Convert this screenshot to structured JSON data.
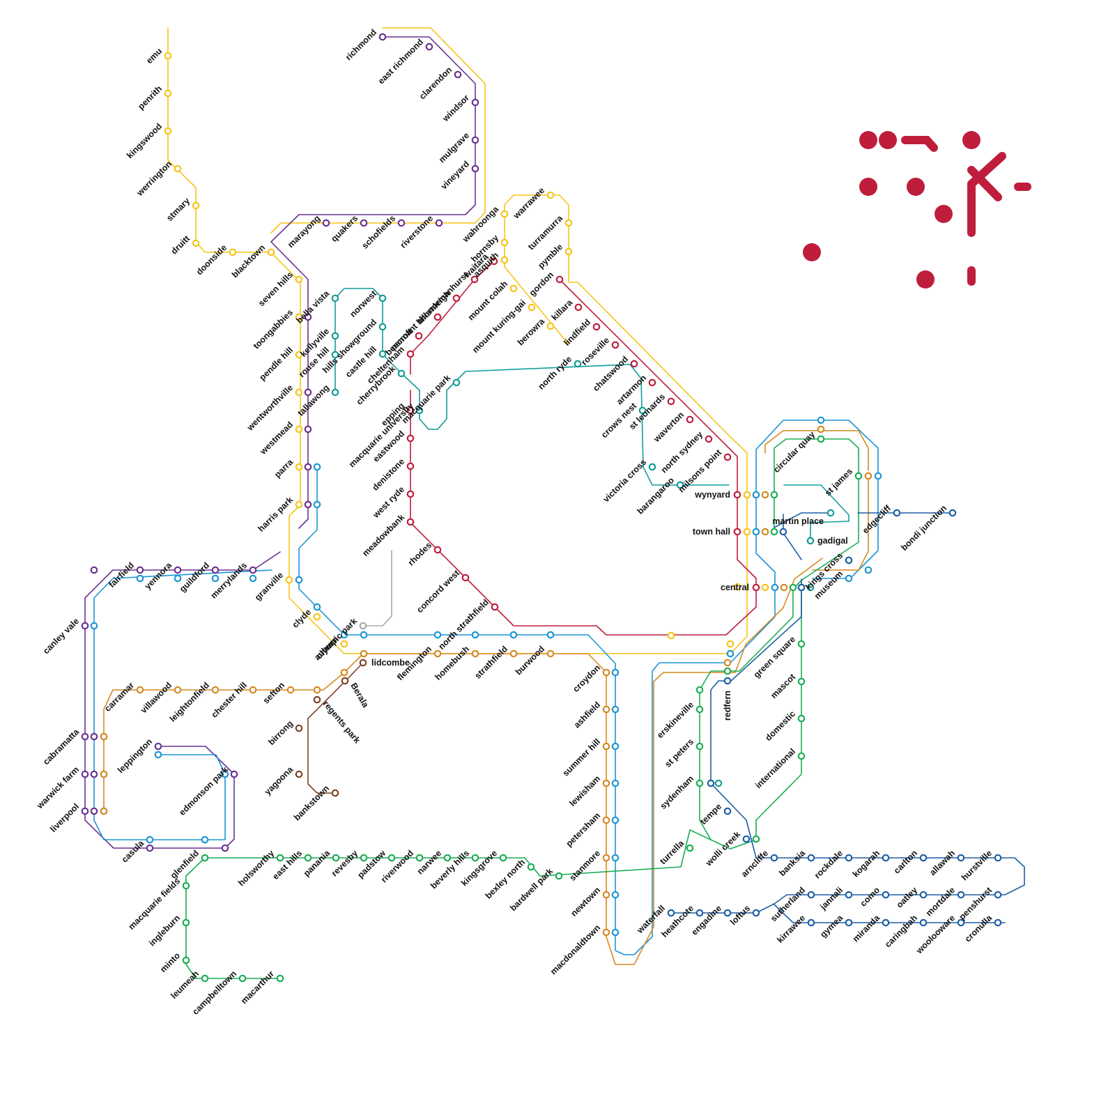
{
  "map": {
    "colors": {
      "yellow": "#f6c417",
      "purple": "#6a3291",
      "teal": "#129c9a",
      "red": "#be1e3c",
      "blue": "#1b95d5",
      "orange": "#d6891f",
      "green": "#1aad52",
      "navy": "#1d5fa5",
      "brown": "#7d4424",
      "grey": "#a8a8a8",
      "logo": "#be1e3c"
    },
    "lines": [
      "yellow",
      "purple",
      "teal",
      "red",
      "blue",
      "orange",
      "green",
      "navy",
      "brown",
      "grey"
    ],
    "stations": [
      {
        "name": "emu",
        "line": "yellow"
      },
      {
        "name": "penrith",
        "line": "yellow"
      },
      {
        "name": "kingswood",
        "line": "yellow"
      },
      {
        "name": "werrington",
        "line": "yellow"
      },
      {
        "name": "stmary",
        "line": "yellow"
      },
      {
        "name": "druitt",
        "line": "yellow"
      },
      {
        "name": "doonside",
        "line": "yellow"
      },
      {
        "name": "blacktown",
        "line": "yellow"
      },
      {
        "name": "marayong",
        "line": "purple"
      },
      {
        "name": "quakers",
        "line": "purple"
      },
      {
        "name": "schofields",
        "line": "purple"
      },
      {
        "name": "riverstone",
        "line": "purple"
      },
      {
        "name": "vineyard",
        "line": "purple"
      },
      {
        "name": "mulgrave",
        "line": "purple"
      },
      {
        "name": "windsor",
        "line": "purple"
      },
      {
        "name": "clarendon",
        "line": "purple"
      },
      {
        "name": "east richmond",
        "line": "purple"
      },
      {
        "name": "richmond",
        "line": "purple"
      },
      {
        "name": "seven hills",
        "line": "yellow"
      },
      {
        "name": "toongabbies",
        "line": "yellow"
      },
      {
        "name": "pendle hill",
        "line": "yellow"
      },
      {
        "name": "wentworthville",
        "line": "yellow"
      },
      {
        "name": "westmead",
        "line": "yellow"
      },
      {
        "name": "parra",
        "line": "yellow"
      },
      {
        "name": "harris park",
        "line": "yellow"
      },
      {
        "name": "granville",
        "line": "yellow"
      },
      {
        "name": "clyde",
        "line": "yellow"
      },
      {
        "name": "auburn",
        "line": "yellow"
      },
      {
        "name": "bella vista",
        "line": "teal"
      },
      {
        "name": "kellyville",
        "line": "teal"
      },
      {
        "name": "rouse hill",
        "line": "teal"
      },
      {
        "name": "tallawong",
        "line": "teal"
      },
      {
        "name": "hills showground",
        "line": "teal"
      },
      {
        "name": "norwest",
        "line": "teal"
      },
      {
        "name": "castle hill",
        "line": "teal"
      },
      {
        "name": "cherrybrook",
        "line": "teal"
      },
      {
        "name": "cheltenham",
        "line": "red"
      },
      {
        "name": "beecroft",
        "line": "red"
      },
      {
        "name": "pennant hills",
        "line": "red"
      },
      {
        "name": "thornleigh",
        "line": "red"
      },
      {
        "name": "normanhurst",
        "line": "red"
      },
      {
        "name": "waitara",
        "line": "red"
      },
      {
        "name": "wahroonga",
        "line": "yellow"
      },
      {
        "name": "warrawee",
        "line": "yellow"
      },
      {
        "name": "turramurra",
        "line": "yellow"
      },
      {
        "name": "pymble",
        "line": "yellow"
      },
      {
        "name": "hornsby",
        "line": "yellow"
      },
      {
        "name": "asquith",
        "line": "yellow"
      },
      {
        "name": "mount colah",
        "line": "yellow"
      },
      {
        "name": "mount kuring-gai",
        "line": "yellow"
      },
      {
        "name": "berowra",
        "line": "yellow"
      },
      {
        "name": "gordon",
        "line": "red"
      },
      {
        "name": "killara",
        "line": "red"
      },
      {
        "name": "lindfield",
        "line": "red"
      },
      {
        "name": "roseville",
        "line": "red"
      },
      {
        "name": "chatswood",
        "line": "red"
      },
      {
        "name": "artarmon",
        "line": "red"
      },
      {
        "name": "st leonards",
        "line": "red"
      },
      {
        "name": "waverton",
        "line": "red"
      },
      {
        "name": "north sydney",
        "line": "red"
      },
      {
        "name": "milsons point",
        "line": "red"
      },
      {
        "name": "wynyard",
        "line": "red"
      },
      {
        "name": "town hall",
        "line": "red"
      },
      {
        "name": "central",
        "line": "red"
      },
      {
        "name": "macquarie park",
        "line": "teal"
      },
      {
        "name": "macquarie university",
        "line": "teal"
      },
      {
        "name": "north ryde",
        "line": "teal"
      },
      {
        "name": "crows nest",
        "line": "teal"
      },
      {
        "name": "victoria cross",
        "line": "teal"
      },
      {
        "name": "barangaroo",
        "line": "teal"
      },
      {
        "name": "martin place",
        "line": "teal"
      },
      {
        "name": "gadigal",
        "line": "teal"
      },
      {
        "name": "epping",
        "line": "red"
      },
      {
        "name": "eastwood",
        "line": "red"
      },
      {
        "name": "denistone",
        "line": "red"
      },
      {
        "name": "west ryde",
        "line": "red"
      },
      {
        "name": "meadowbank",
        "line": "red"
      },
      {
        "name": "rhodes",
        "line": "red"
      },
      {
        "name": "concord west",
        "line": "red"
      },
      {
        "name": "north strathfield",
        "line": "red"
      },
      {
        "name": "olympic park",
        "line": "grey"
      },
      {
        "name": "lidcombe",
        "line": "brown"
      },
      {
        "name": "Berala",
        "line": "brown"
      },
      {
        "name": "regents park",
        "line": "brown"
      },
      {
        "name": "birrong",
        "line": "brown"
      },
      {
        "name": "yagoona",
        "line": "brown"
      },
      {
        "name": "bankstown",
        "line": "brown"
      },
      {
        "name": "flemington",
        "line": "orange"
      },
      {
        "name": "homebush",
        "line": "orange"
      },
      {
        "name": "strathfield",
        "line": "orange"
      },
      {
        "name": "burwood",
        "line": "orange"
      },
      {
        "name": "croydon",
        "line": "orange"
      },
      {
        "name": "ashfield",
        "line": "orange"
      },
      {
        "name": "summer hill",
        "line": "orange"
      },
      {
        "name": "lewisham",
        "line": "orange"
      },
      {
        "name": "petersham",
        "line": "orange"
      },
      {
        "name": "stanmore",
        "line": "orange"
      },
      {
        "name": "newtown",
        "line": "orange"
      },
      {
        "name": "macdonaldtown",
        "line": "orange"
      },
      {
        "name": "fairfield",
        "line": "purple"
      },
      {
        "name": "yennora",
        "line": "purple"
      },
      {
        "name": "guildford",
        "line": "purple"
      },
      {
        "name": "merrylands",
        "line": "purple"
      },
      {
        "name": "canley vale",
        "line": "purple"
      },
      {
        "name": "cabramatta",
        "line": "purple"
      },
      {
        "name": "warwick farm",
        "line": "purple"
      },
      {
        "name": "liverpool",
        "line": "purple"
      },
      {
        "name": "carramar",
        "line": "orange"
      },
      {
        "name": "villawood",
        "line": "orange"
      },
      {
        "name": "leightonfield",
        "line": "orange"
      },
      {
        "name": "chester hill",
        "line": "orange"
      },
      {
        "name": "sefton",
        "line": "orange"
      },
      {
        "name": "leppington",
        "line": "purple"
      },
      {
        "name": "edmonson park",
        "line": "purple"
      },
      {
        "name": "casula",
        "line": "purple"
      },
      {
        "name": "glenfield",
        "line": "green"
      },
      {
        "name": "holsworthy",
        "line": "green"
      },
      {
        "name": "east hills",
        "line": "green"
      },
      {
        "name": "panania",
        "line": "green"
      },
      {
        "name": "revesby",
        "line": "green"
      },
      {
        "name": "padstow",
        "line": "green"
      },
      {
        "name": "riverwood",
        "line": "green"
      },
      {
        "name": "narwee",
        "line": "green"
      },
      {
        "name": "beverly hills",
        "line": "green"
      },
      {
        "name": "kingsgrove",
        "line": "green"
      },
      {
        "name": "bexley north",
        "line": "green"
      },
      {
        "name": "bardwell park",
        "line": "green"
      },
      {
        "name": "turrella",
        "line": "green"
      },
      {
        "name": "macquarie fields",
        "line": "green"
      },
      {
        "name": "ingleburn",
        "line": "green"
      },
      {
        "name": "minto",
        "line": "green"
      },
      {
        "name": "leumeah",
        "line": "green"
      },
      {
        "name": "campbelltown",
        "line": "green"
      },
      {
        "name": "macarthur",
        "line": "green"
      },
      {
        "name": "circular quay",
        "line": "green"
      },
      {
        "name": "st james",
        "line": "green"
      },
      {
        "name": "museum",
        "line": "blue"
      },
      {
        "name": "kings cross",
        "line": "navy"
      },
      {
        "name": "edgecliff",
        "line": "navy"
      },
      {
        "name": "bondi junction",
        "line": "navy"
      },
      {
        "name": "green square",
        "line": "green"
      },
      {
        "name": "mascot",
        "line": "green"
      },
      {
        "name": "domestic",
        "line": "green"
      },
      {
        "name": "international",
        "line": "green"
      },
      {
        "name": "redfern",
        "line": "navy"
      },
      {
        "name": "erskineville",
        "line": "green"
      },
      {
        "name": "st peters",
        "line": "green"
      },
      {
        "name": "sydenham",
        "line": "green"
      },
      {
        "name": "tempe",
        "line": "navy"
      },
      {
        "name": "wolli creek",
        "line": "navy"
      },
      {
        "name": "arncliffe",
        "line": "navy"
      },
      {
        "name": "banksia",
        "line": "navy"
      },
      {
        "name": "rockdale",
        "line": "navy"
      },
      {
        "name": "kogarah",
        "line": "navy"
      },
      {
        "name": "carlton",
        "line": "navy"
      },
      {
        "name": "allawah",
        "line": "navy"
      },
      {
        "name": "hurstville",
        "line": "navy"
      },
      {
        "name": "penshurst",
        "line": "navy"
      },
      {
        "name": "mortdale",
        "line": "navy"
      },
      {
        "name": "oatley",
        "line": "navy"
      },
      {
        "name": "como",
        "line": "navy"
      },
      {
        "name": "jannali",
        "line": "navy"
      },
      {
        "name": "sutherland",
        "line": "navy"
      },
      {
        "name": "kirrawee",
        "line": "navy"
      },
      {
        "name": "gymea",
        "line": "navy"
      },
      {
        "name": "miranda",
        "line": "navy"
      },
      {
        "name": "caringbah",
        "line": "navy"
      },
      {
        "name": "woolooware",
        "line": "navy"
      },
      {
        "name": "cronulla",
        "line": "navy"
      },
      {
        "name": "loftus",
        "line": "navy"
      },
      {
        "name": "engadine",
        "line": "navy"
      },
      {
        "name": "heathcote",
        "line": "navy"
      },
      {
        "name": "waterfall",
        "line": "navy"
      }
    ]
  }
}
